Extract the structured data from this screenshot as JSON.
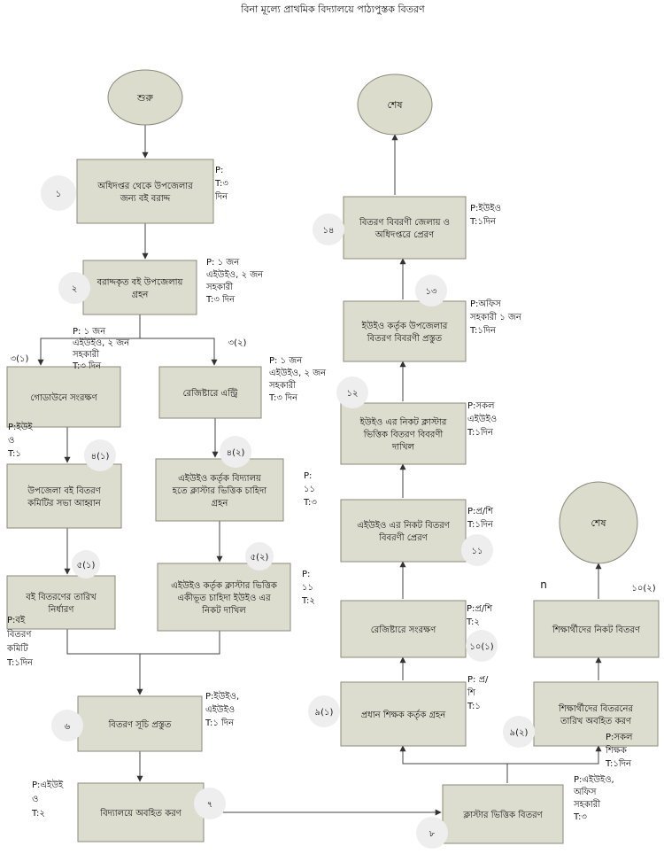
{
  "title": "বিনা মূল্যে প্রাথমিক বিদ্যালয়ে পাঠ্যপুস্তক বিতরণ",
  "terminals": {
    "start": "শুরু",
    "end_main": "শেষ",
    "end_right": "শেষ"
  },
  "processes": {
    "p1": [
      "অধিদপ্তর থেকে উপজেলার",
      "জন্য বই বরাদ্দ"
    ],
    "p2": [
      "বরাদ্দকৃত বই উপজেলায়",
      "গ্রহন"
    ],
    "p3a": [
      "গোডাউনে সংরক্ষণ"
    ],
    "p3b": [
      "রেজিষ্টারে এন্ট্রি"
    ],
    "p4a": [
      "উপজেলা বই বিতরণ",
      "কমিটির সভা আহ্বান"
    ],
    "p4b": [
      "এইউইও কর্তৃক বিদ্যালয়",
      "হতে ক্লাস্টার ভিত্তিক চাহিদা",
      "গ্রহন"
    ],
    "p5a": [
      "বই বিতরণের তারিখ",
      "নির্ধারণ"
    ],
    "p5b": [
      "এইউইও কর্তৃক ক্লাস্টার ভিত্তিক",
      "একীভূত চাহিদা ইউইও এর",
      "নিকট দাখিল"
    ],
    "p6": [
      "বিতরণ সূচি প্রস্তুত"
    ],
    "p7": [
      "বিদ্যালয়ে অবহিত করণ"
    ],
    "p8": [
      "ক্লাস্টার ভিত্তিক বিতরণ"
    ],
    "p9a": [
      "প্রধান শিক্ষক কর্তৃক গ্রহন"
    ],
    "p9b": [
      "শিক্ষার্থীদের বিতরনের",
      "তারিখ অবহিত করণ"
    ],
    "p10a": [
      "রেজিষ্টারে সংরক্ষণ"
    ],
    "p10b": [
      "শিক্ষার্থীদের নিকট বিতরণ"
    ],
    "p11": [
      "এইউইও এর নিকট বিতরণ",
      "বিবরণী প্রেরণ"
    ],
    "p12": [
      "ইউইও এর নিকট ক্লাস্টার",
      "ভিত্তিক বিতরণ বিবরণী",
      "দাখিল"
    ],
    "p13": [
      "ইউইও কর্তৃক উপজেলার",
      "বিতরণ বিবরণী প্রস্তুত"
    ],
    "p14": [
      "বিতরণ বিবরণী জেলায় ও",
      "অধিদপ্তরে প্রেরণ"
    ]
  },
  "step_numbers": {
    "n1": "১",
    "n2": "২",
    "n3a": "৩(১)",
    "n3b": "৩(২)",
    "n4a": "৪(১)",
    "n4b": "৪(২)",
    "n5a": "৫(১)",
    "n5b": "৫(২)",
    "n6": "৬",
    "n7": "৭",
    "n8": "৮",
    "n9a": "৯(১)",
    "n9b": "৯(২)",
    "n10a": "১০(১)",
    "n10b": "১০(২)",
    "n11": "১১",
    "n12": "১২",
    "n13": "১৩",
    "n14": "১৪",
    "nN": "n"
  },
  "notes": {
    "a1": [
      "P:",
      "T:৩",
      "দিন"
    ],
    "a2": [
      "P: ১ জন",
      "এইউইও, ২ জন",
      "সহকারী",
      "T:৩ দিন"
    ],
    "a3a": [
      "P: ১ জন",
      "এইউইও, ২ জন",
      "সহকারী",
      "T:৩ দিন"
    ],
    "a3b": [
      "P: ১ জন",
      "এইউইও, ২ জন",
      "সহকারী",
      "T:৩ দিন"
    ],
    "a4a": [
      "P:ইউই",
      "ও",
      "T:১"
    ],
    "a4b": [
      "P:",
      "১১",
      "T:৩"
    ],
    "a5a": [
      "P:বই",
      "বিতরণ",
      "কমিটি",
      "T:১দিন"
    ],
    "a5b": [
      "P:",
      "১১",
      "T:২"
    ],
    "a6": [
      "P:ইউইও,",
      "এইউইও",
      "T:১ দিন"
    ],
    "a7": [
      "P:এইউই",
      "ও",
      "T:২"
    ],
    "a8": [
      "P:এইউইও,",
      "অফিস",
      "সহকারী",
      "T:৩"
    ],
    "a9a": [
      "P: প্র/",
      "শি",
      "T:১"
    ],
    "a9b": [
      "P:সকল",
      "শিক্ষক",
      "T:১দিন"
    ],
    "a10a": [
      "P:প্র/শি",
      "T:২"
    ],
    "a11": [
      "P:প্র/শি",
      "T:১দিন"
    ],
    "a12": [
      "P:সকল",
      "এইউইও",
      "T:১দিন"
    ],
    "a13": [
      "P:অফিস",
      "সহকারী ১ জন",
      "T:১দিন"
    ],
    "a14": [
      "P:ইউইও",
      "T:১দিন"
    ]
  }
}
